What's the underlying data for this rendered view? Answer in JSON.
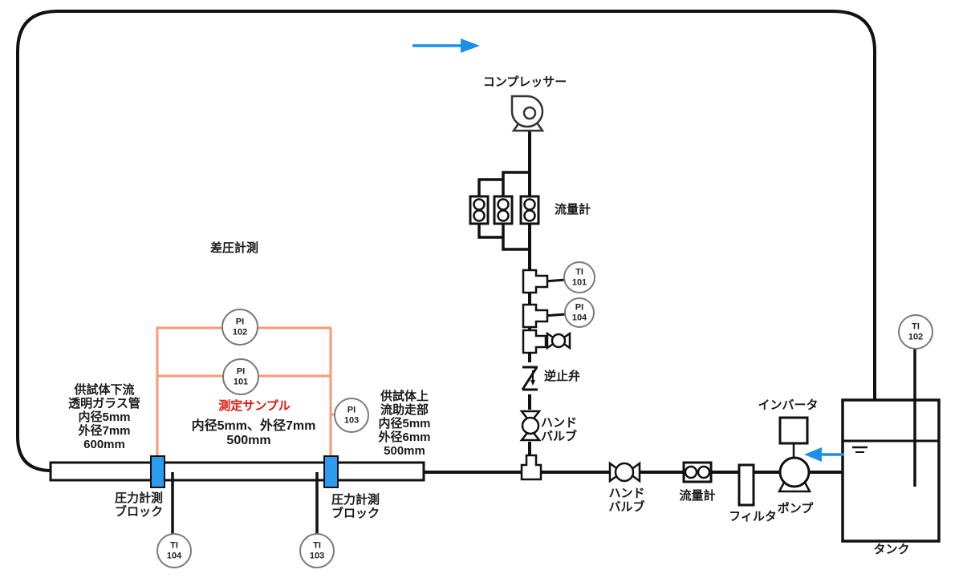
{
  "colors": {
    "line": "#111111",
    "sense_line_orange": "#f79a76",
    "accent_blue": "#1e8fe8",
    "block_blue": "#2d9bf0",
    "sample_red": "#e8120a",
    "instrument_ring": "#7a7a7a"
  },
  "top": {
    "compressor_label": "コンプレッサー",
    "flowmeter_label": "流量計"
  },
  "air_branch": {
    "ti101": "TI\n101",
    "pi104": "PI\n104",
    "check_valve_label": "逆止弁",
    "hand_valve_label": "ハンド\nバルブ"
  },
  "test_section": {
    "dp_measure_label": "差圧計測",
    "pi102": "PI\n102",
    "pi101": "PI\n101",
    "pi103": "PI\n103",
    "sample_label": "測定サンプル",
    "sample_spec": "内径5mm、外径7mm",
    "sample_length": "500mm",
    "downstream_spec": "供試体下流\n透明ガラス管\n内径5mm\n外径7mm\n600mm",
    "upstream_spec": "供試体上\n流助走部\n内径5mm\n外径6mm\n500mm",
    "pressure_block_left": "圧力計測\nブロック",
    "pressure_block_right": "圧力計測\nブロック",
    "ti104": "TI\n104",
    "ti103": "TI\n103"
  },
  "return_line": {
    "hand_valve_label": "ハンド\nバルブ",
    "flowmeter_label": "流量計",
    "filter_label": "フィルタ",
    "pump_label": "ポンプ",
    "inverter_label": "インバータ"
  },
  "tank": {
    "label": "タンク",
    "ti102": "TI\n102"
  }
}
